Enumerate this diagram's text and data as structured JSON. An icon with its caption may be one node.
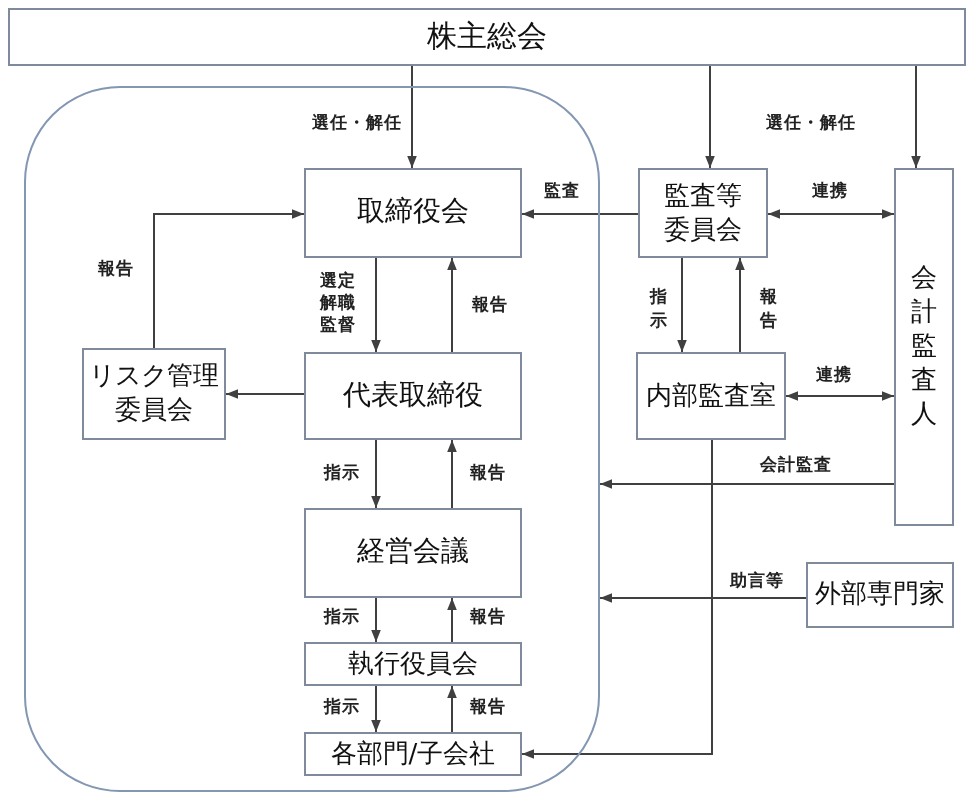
{
  "diagram": {
    "nodes": [
      {
        "text": [
          "株主総会"
        ]
      },
      {
        "text": [],
        "shape": "box"
      },
      {
        "text": [
          "取締役会"
        ],
        "in": 1
      },
      {
        "text": [
          "リスク管理委員会"
        ],
        "in": 1
      },
      {
        "text": [
          "代表取締役"
        ],
        "in": 1
      },
      {
        "text": [
          "経営会議"
        ],
        "in": 1
      },
      {
        "text": [
          "執行役員会"
        ],
        "in": 1
      },
      {
        "text": [
          "各部門/子会社"
        ],
        "in": 1
      },
      {
        "text": [
          "監査等委員会"
        ]
      },
      {
        "text": [
          "内部監査室"
        ]
      },
      {
        "text": [
          "会計監査人"
        ]
      },
      {
        "text": [
          "外部専門家"
        ]
      }
    ],
    "edges": [
      {
        "from": 0,
        "to": 2,
        "arrow": "to",
        "label": "選任・解任"
      },
      {
        "from": 0,
        "to": 8,
        "arrow": "to",
        "label": "選任・解任"
      },
      {
        "from": 0,
        "to": 10,
        "arrow": "to"
      },
      {
        "from": 8,
        "to": 2,
        "arrow": "to",
        "label": "監査"
      },
      {
        "from": 8,
        "to": 10,
        "arrow": "both",
        "label": "連携"
      },
      {
        "from": 3,
        "to": 2,
        "arrow": "to",
        "label": "報告"
      },
      {
        "from": 2,
        "to": 4,
        "arrow": "to",
        "label": "選定解職監督"
      },
      {
        "from": 4,
        "to": 2,
        "arrow": "to",
        "label": "報告"
      },
      {
        "from": 4,
        "to": 3,
        "arrow": "to"
      },
      {
        "from": 4,
        "to": 5,
        "arrow": "to",
        "label": "指示"
      },
      {
        "from": 5,
        "to": 4,
        "arrow": "to",
        "label": "報告"
      },
      {
        "from": 5,
        "to": 6,
        "arrow": "to",
        "label": "指示"
      },
      {
        "from": 6,
        "to": 5,
        "arrow": "to",
        "label": "報告"
      },
      {
        "from": 6,
        "to": 7,
        "arrow": "to",
        "label": "指示"
      },
      {
        "from": 7,
        "to": 6,
        "arrow": "to",
        "label": "報告"
      },
      {
        "from": 8,
        "to": 9,
        "arrow": "to",
        "label": "指示"
      },
      {
        "from": 9,
        "to": 8,
        "arrow": "to",
        "label": "報告"
      },
      {
        "from": 9,
        "to": 10,
        "arrow": "both",
        "label": "連携"
      },
      {
        "from": 10,
        "to": 1,
        "arrow": "to",
        "label": "会計監査"
      },
      {
        "from": 11,
        "to": 1,
        "arrow": "to",
        "label": "助言等"
      },
      {
        "from": 9,
        "to": 7,
        "arrow": "to"
      }
    ]
  }
}
